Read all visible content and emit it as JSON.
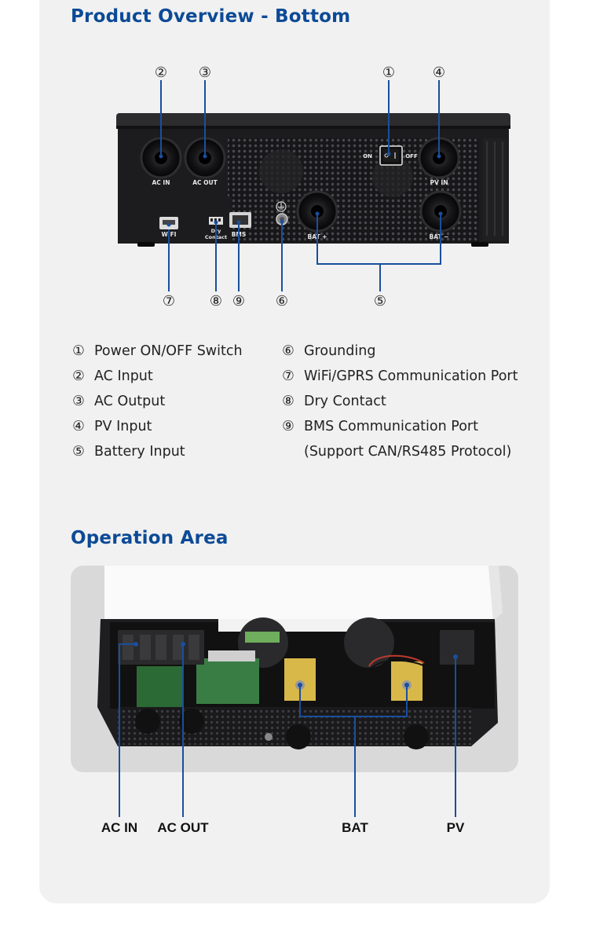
{
  "overview": {
    "title": "Product Overview - Bottom",
    "callouts_top": [
      "②",
      "③",
      "①",
      "④"
    ],
    "callouts_bottom": [
      "⑦",
      "⑧",
      "⑨",
      "⑥",
      "⑤"
    ],
    "device_labels": {
      "ac_in": "AC IN",
      "ac_out": "AC OUT",
      "switch_on": "ON",
      "switch_off": "OFF",
      "pv_in": "PV IN",
      "wifi": "WIFI",
      "dry_contact_1": "Dry",
      "dry_contact_2": "Contact",
      "bms": "BMS",
      "bat_plus": "BAT +",
      "bat_minus": "BAT −"
    },
    "legend_left": [
      {
        "num": "①",
        "label": "Power ON/OFF Switch"
      },
      {
        "num": "②",
        "label": "AC Input"
      },
      {
        "num": "③",
        "label": "AC Output"
      },
      {
        "num": "④",
        "label": "PV Input"
      },
      {
        "num": "⑤",
        "label": "Battery Input"
      }
    ],
    "legend_right": [
      {
        "num": "⑥",
        "label": "Grounding"
      },
      {
        "num": "⑦",
        "label": "WiFi/GPRS Communication Port"
      },
      {
        "num": "⑧",
        "label": "Dry Contact"
      },
      {
        "num": "⑨",
        "label": "BMS Communication Port"
      },
      {
        "num": "",
        "label": "(Support CAN/RS485 Protocol)"
      }
    ]
  },
  "operation": {
    "title": "Operation Area",
    "labels": {
      "ac_in": "AC IN",
      "ac_out": "AC OUT",
      "bat": "BAT",
      "pv": "PV"
    }
  },
  "colors": {
    "accent": "#0c4a96",
    "leader_line": "#1a4f9c",
    "card_bg": "#f1f1f1",
    "device_body": "#1c1c1e"
  }
}
